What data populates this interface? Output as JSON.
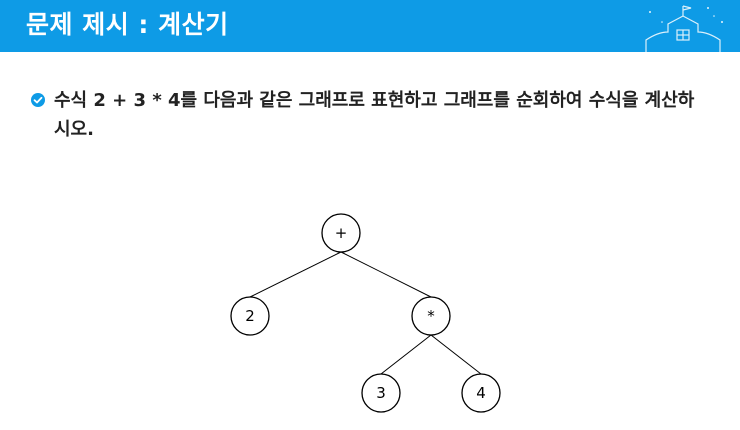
{
  "header": {
    "title": "문제 제시 : 계산기",
    "background_color": "#0e9be6",
    "decoration_icon": "school-building-icon"
  },
  "problem": {
    "bullet_icon": "check-circle-icon",
    "text": "수식 2 + 3 * 4를 다음과 같은 그래프로 표현하고 그래프를 순회하여 수식을 계산하시오."
  },
  "tree": {
    "nodes": [
      {
        "id": "plus",
        "label": "+"
      },
      {
        "id": "two",
        "label": "2"
      },
      {
        "id": "times",
        "label": "*"
      },
      {
        "id": "three",
        "label": "3"
      },
      {
        "id": "four",
        "label": "4"
      }
    ],
    "edges": [
      {
        "from": "plus",
        "to": "two"
      },
      {
        "from": "plus",
        "to": "times"
      },
      {
        "from": "times",
        "to": "three"
      },
      {
        "from": "times",
        "to": "four"
      }
    ]
  }
}
